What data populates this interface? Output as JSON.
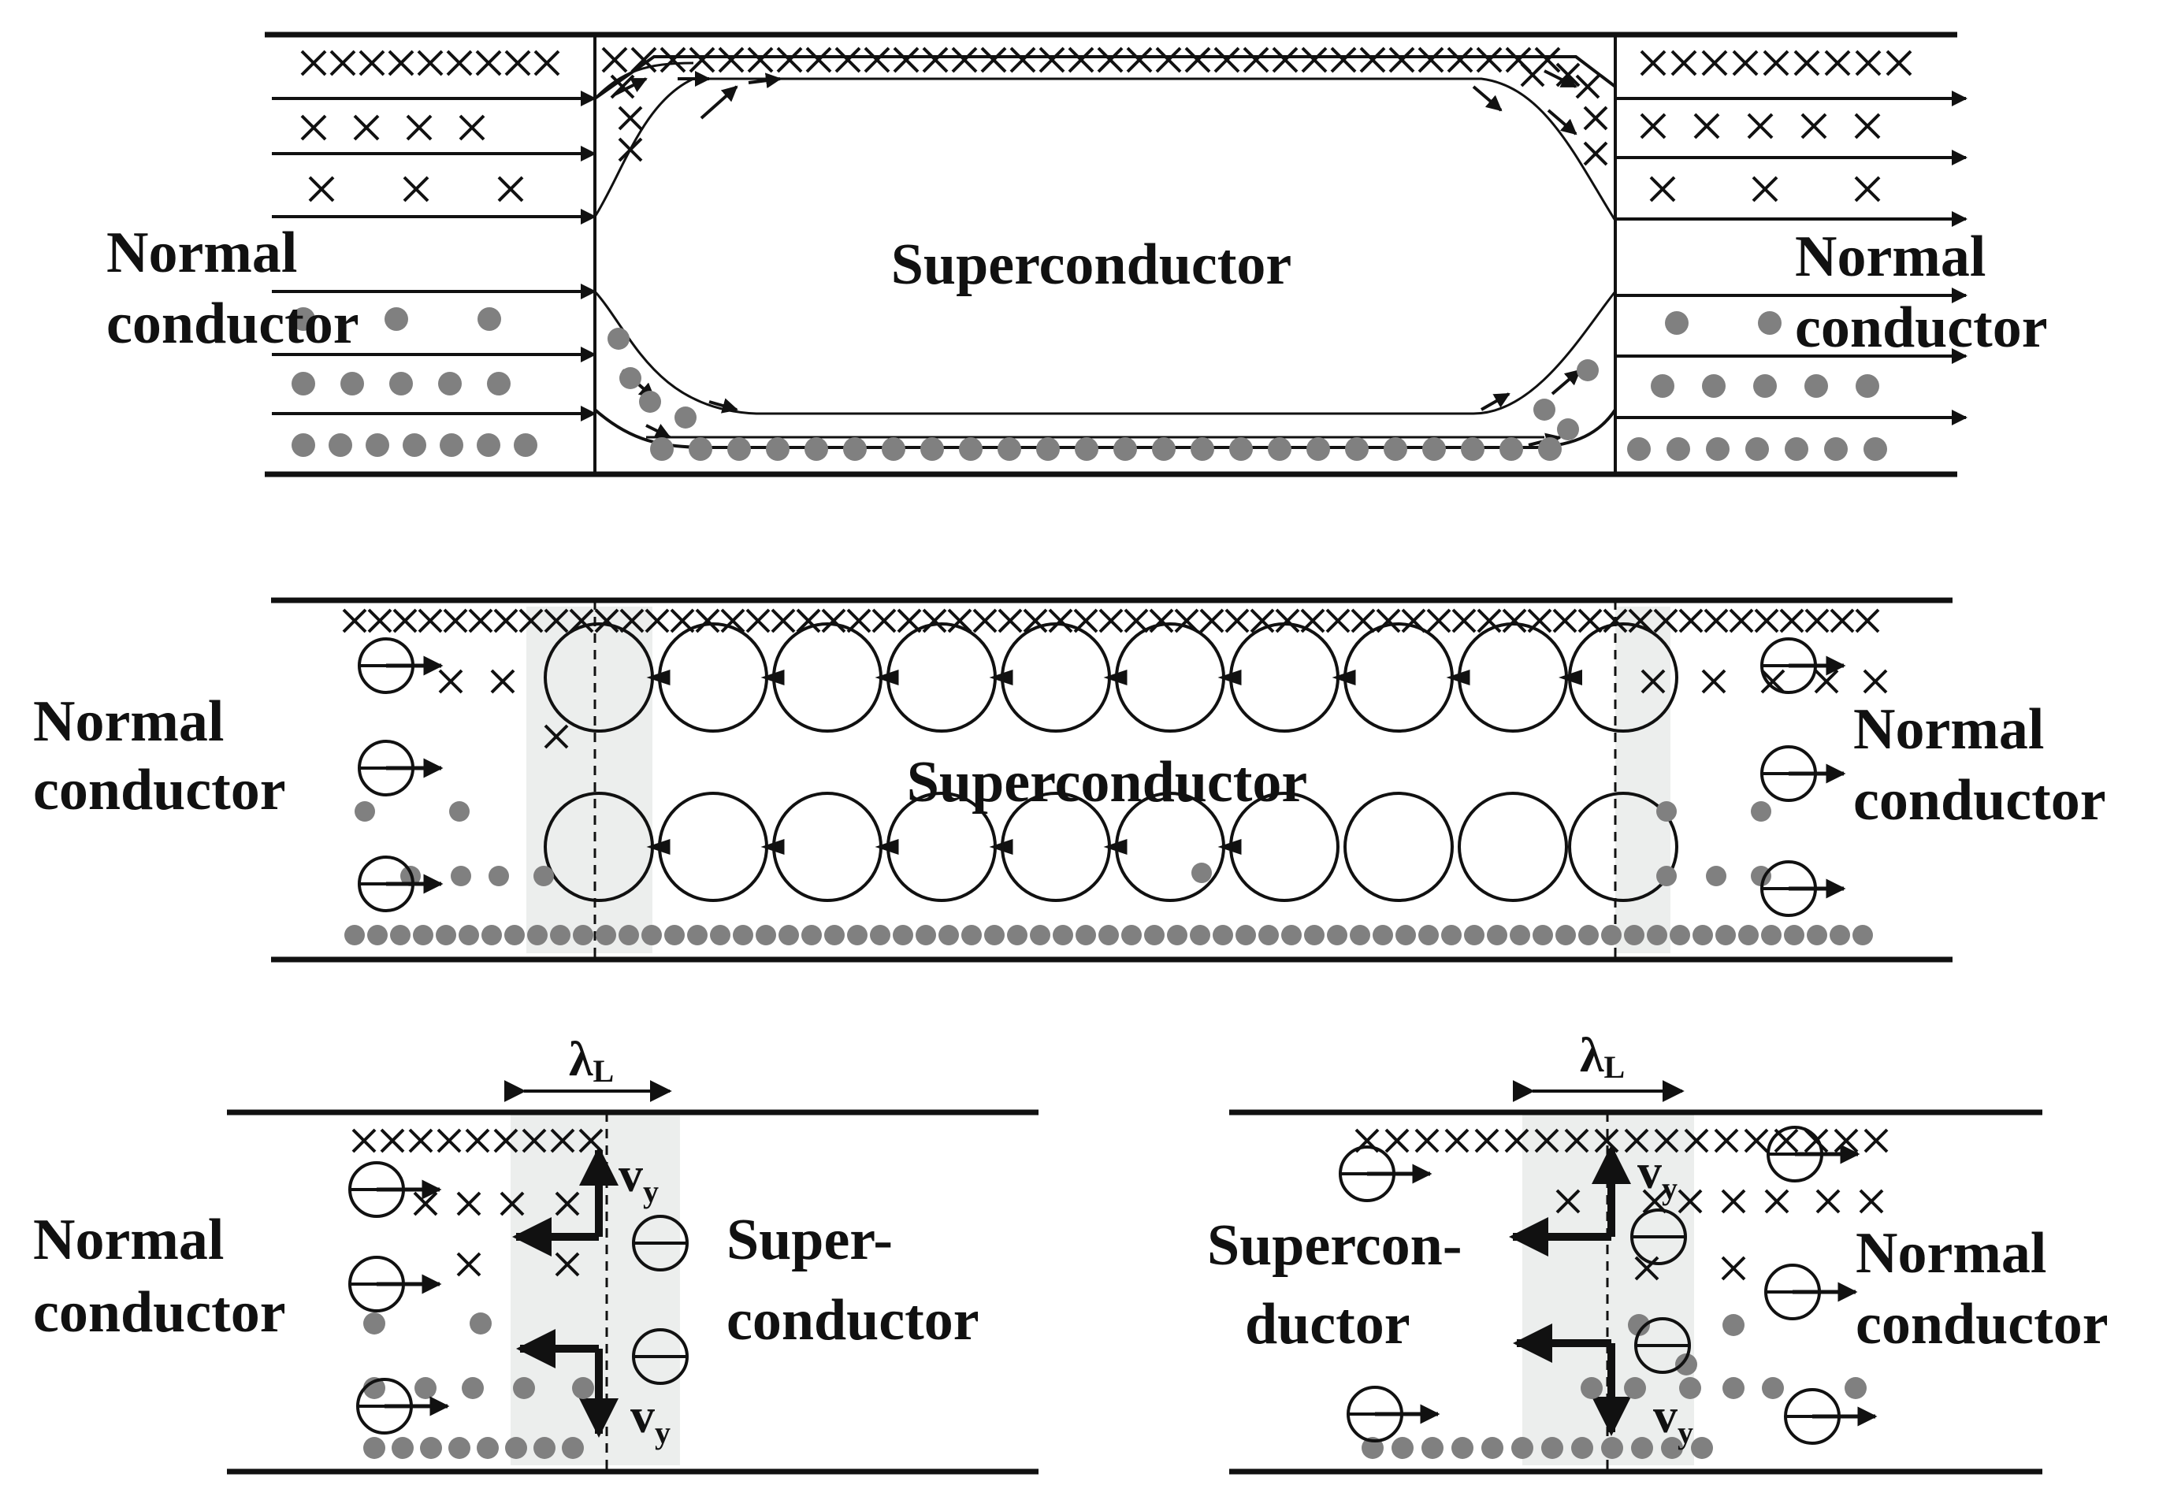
{
  "panel_top": {
    "left_label": [
      "Normal",
      "conductor"
    ],
    "center_label": "Superconductor",
    "right_label": [
      "Normal",
      "conductor"
    ]
  },
  "panel_middle": {
    "left_label": [
      "Normal",
      "conductor"
    ],
    "center_label": "Superconductor",
    "right_label": [
      "Normal",
      "conductor"
    ]
  },
  "panel_bottom_left": {
    "lambda_symbol": "λ",
    "lambda_subscript": "L",
    "velocity_symbol": "v",
    "velocity_subscript": "y",
    "left_label": [
      "Normal",
      "conductor"
    ],
    "right_label": [
      "Super-",
      "conductor"
    ]
  },
  "panel_bottom_right": {
    "lambda_symbol": "λ",
    "lambda_subscript": "L",
    "velocity_symbol": "v",
    "velocity_subscript": "y",
    "left_label": [
      "Supercon-",
      "ductor"
    ],
    "right_label": [
      "Normal",
      "conductor"
    ]
  },
  "colors": {
    "line": "#111111",
    "dot": "#808080",
    "shade": "#eceeed"
  },
  "icons": [
    "magnetic-field-cross",
    "charge-dot",
    "electron-circle-icon",
    "arrow-icon",
    "vortex-circle"
  ]
}
